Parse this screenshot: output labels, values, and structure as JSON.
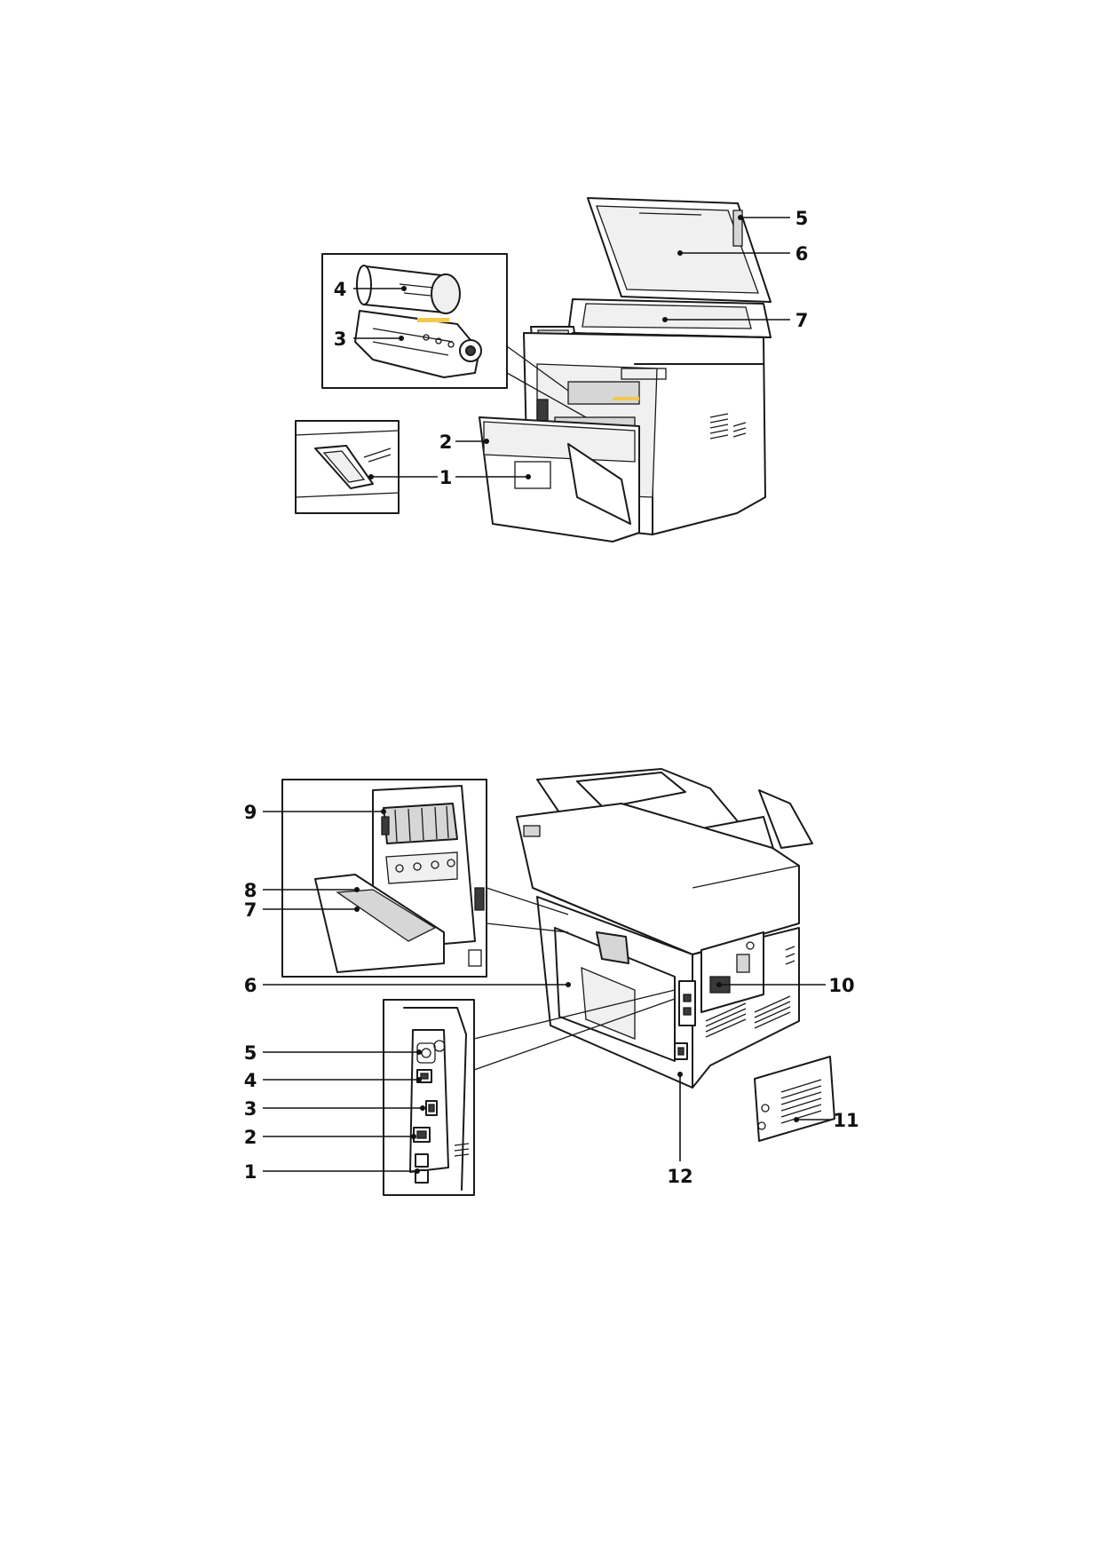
{
  "front_view": {
    "callouts": [
      "1",
      "2",
      "3",
      "4",
      "5",
      "6",
      "7"
    ]
  },
  "rear_view": {
    "callouts": [
      "1",
      "2",
      "3",
      "4",
      "5",
      "6",
      "7",
      "8",
      "9",
      "10",
      "11",
      "12"
    ]
  },
  "colors": {
    "line": "#1a1a1a",
    "accent_yellow": "#f2c94c",
    "background": "#ffffff"
  }
}
